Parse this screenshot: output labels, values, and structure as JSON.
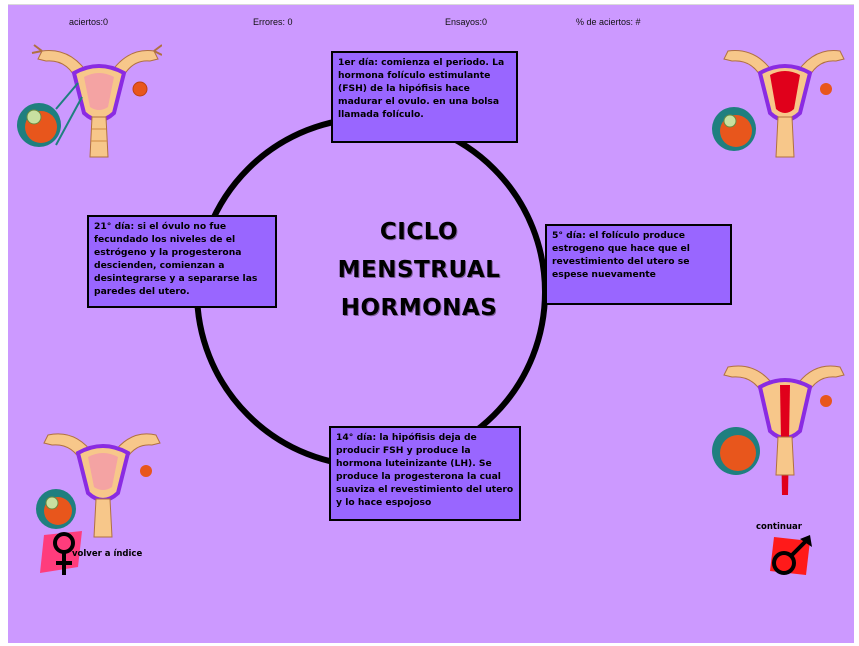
{
  "stats": {
    "aciertos": "aciertos:0",
    "errores": "Errores: 0",
    "ensayos": "Ensayos:0",
    "porcentaje": "% de aciertos: #"
  },
  "title_lines": [
    "CICLO",
    "MENSTRUAL",
    "HORMONAS"
  ],
  "notes": {
    "day1": "1er día: comienza el periodo. La hormona folículo estimulante (FSH) de la hipófisis hace madurar el ovulo. en una bolsa llamada folículo.",
    "day5": "5° día: el folículo produce estrogeno que hace que el revestimiento del utero se espese nuevamente",
    "day14": "14° día: la hipófisis deja de producir FSH y produce la hormona luteinizante (LH). Se produce la progesterona la cual suaviza el revestimiento del utero y lo hace espojoso",
    "day21": "21° día: si el óvulo no fue fecundado los niveles de el estrógeno y la progesterona descienden, comienzan a desintegrarse y a separarse las paredes del utero."
  },
  "nav": {
    "back_label": "volver a índice",
    "continue_label": "continuar"
  },
  "icons": {
    "organ": "uterus-ovary-diagram-icon",
    "back": "female-symbol-icon",
    "continue": "male-symbol-icon"
  },
  "colors": {
    "background": "#cc99ff",
    "note_fill": "#9966ff",
    "ring": "#000000",
    "organ_flesh": "#f7c78a",
    "organ_purple": "#8a2be2",
    "ovary_orange": "#e8561c",
    "ovary_teal": "#1f7f7f",
    "menstrual_red": "#e0001b",
    "female_pink": "#ff3c7c",
    "male_red": "#ff1a1a"
  }
}
